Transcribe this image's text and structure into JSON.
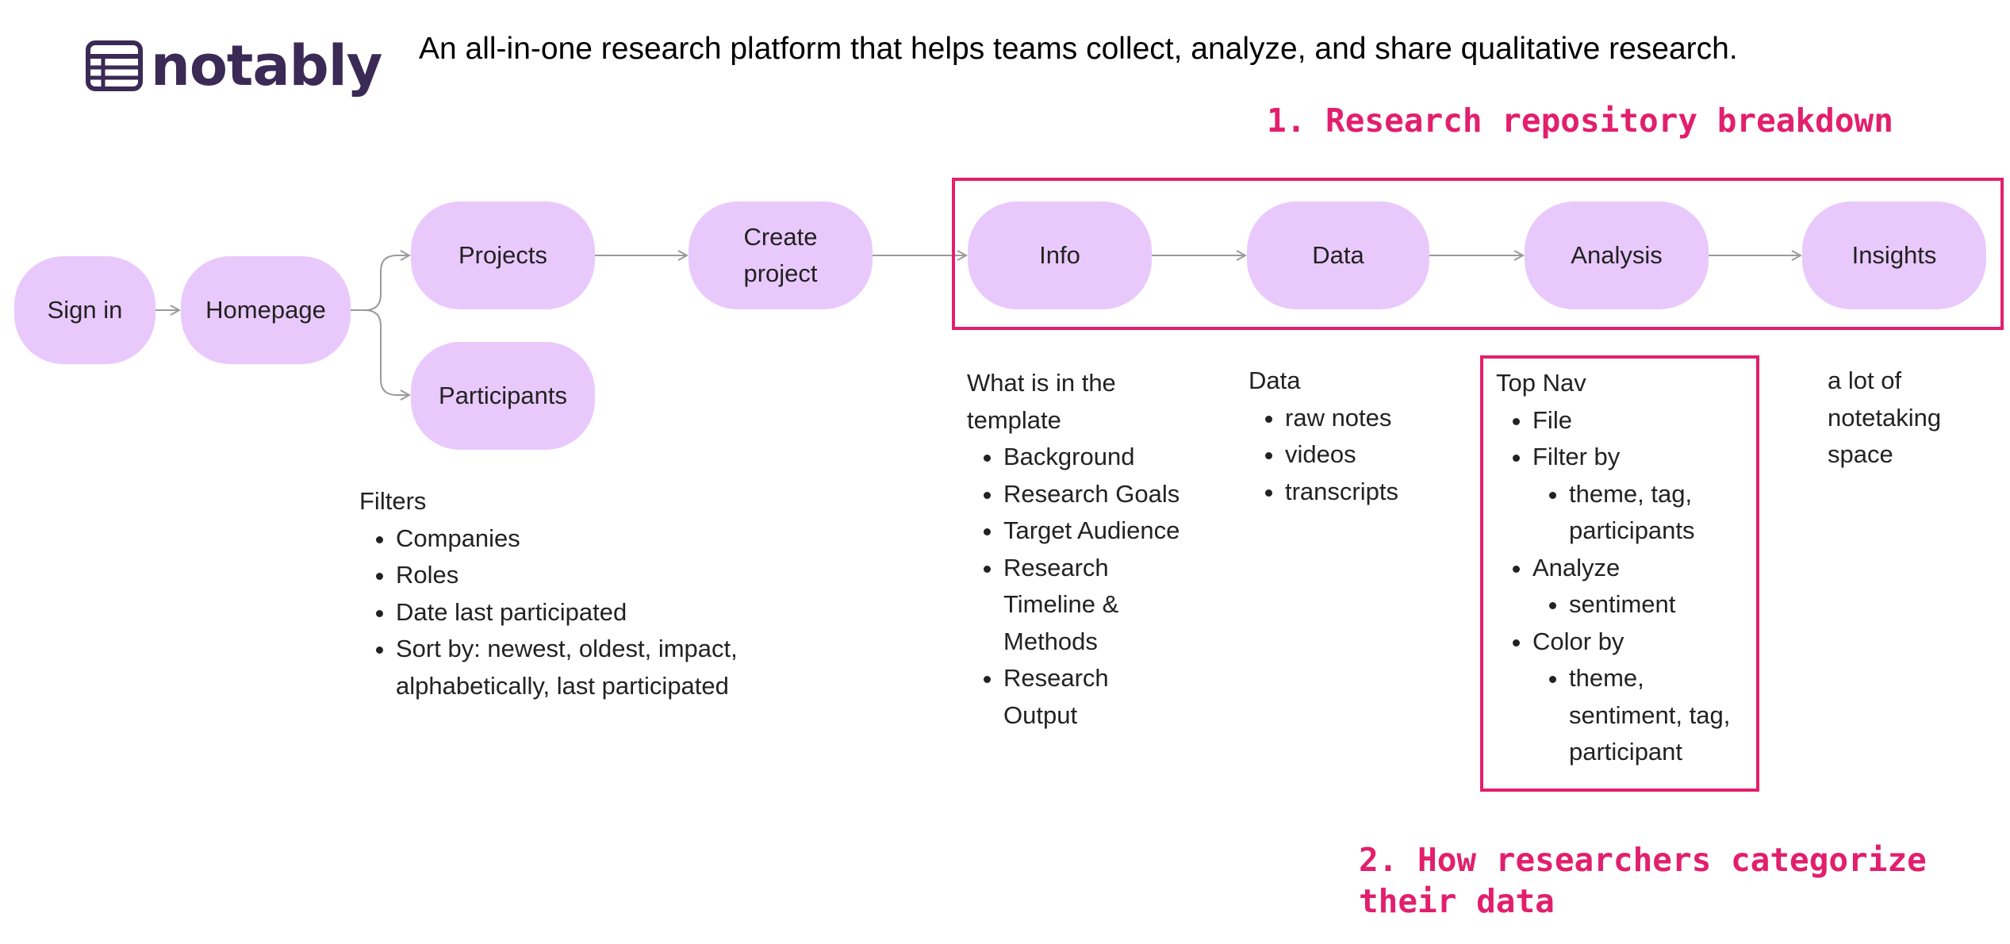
{
  "logo": {
    "name": "notably",
    "icon": "table-document-icon"
  },
  "tagline": "An all-in-one research platform that helps teams collect, analyze, and share qualitative research.",
  "annotations": {
    "repository": "1. Research repository breakdown",
    "categorize": "2. How researchers categorize their data"
  },
  "nodes": {
    "signin": "Sign in",
    "homepage": "Homepage",
    "projects": "Projects",
    "participants": "Participants",
    "create": "Create project",
    "info": "Info",
    "data": "Data",
    "analysis": "Analysis",
    "insights": "Insights"
  },
  "participants_notes": {
    "heading": "Filters",
    "items": [
      "Companies",
      "Roles",
      "Date last participated",
      "Sort by: newest, oldest, impact, alphabetically, last participated"
    ]
  },
  "info_notes": {
    "heading": "What is in the template",
    "items": [
      "Background",
      "Research Goals",
      "Target Audience",
      "Research Timeline & Methods",
      "Research Output"
    ]
  },
  "data_notes": {
    "heading": "Data",
    "items": [
      "raw notes",
      "videos",
      "transcripts"
    ]
  },
  "analysis_notes": {
    "heading": "Top Nav",
    "file": "File",
    "filter": "Filter by",
    "filter_sub": "theme, tag, participants",
    "analyze": "Analyze",
    "analyze_sub": "sentiment",
    "color": "Color by",
    "color_sub": "theme, sentiment, tag, participant"
  },
  "insights_notes": {
    "text": "a lot of notetaking space"
  },
  "colors": {
    "node_fill": "#e9c9fc",
    "accent": "#e21f6d",
    "logo": "#3a2a55",
    "connector": "#9a9a9a"
  }
}
